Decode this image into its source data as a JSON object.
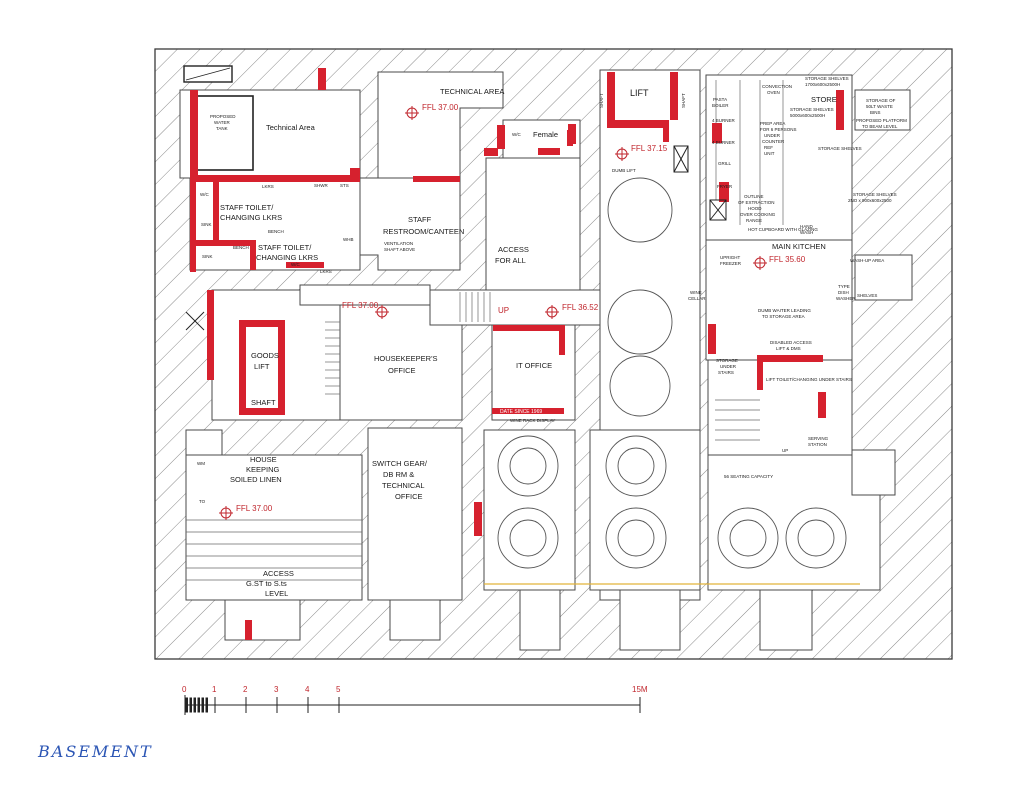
{
  "plan": {
    "sheet_label": "BASEMENT",
    "rooms": {
      "technical_area_top": "TECHNICAL AREA",
      "technical_area_left": "Technical Area",
      "proposed_water_tank": [
        "PROPOSED",
        "WATER",
        "TANK"
      ],
      "female": "Female",
      "lift": "LIFT",
      "shaft_left": "SHAFT",
      "shaft_right": "SHAFT",
      "store": "STORE",
      "staff_toilet_1": [
        "STAFF TOILET/",
        "CHANGING LKRS"
      ],
      "staff_toilet_2": [
        "STAFF TOILET/",
        "CHANGING LKRS"
      ],
      "staff_restroom": [
        "STAFF",
        "RESTROOM/CANTEEN"
      ],
      "ventilation_shaft": [
        "VENTILATION",
        "SHAFT ABOVE"
      ],
      "access_for_all": [
        "ACCESS",
        "FOR ALL"
      ],
      "main_kitchen": "MAIN KITCHEN",
      "goods_lift": [
        "GOODS",
        "LIFT"
      ],
      "goods_shaft": "SHAFT",
      "housekeepers_office": [
        "HOUSEKEEPER'S",
        "OFFICE"
      ],
      "it_office": "IT OFFICE",
      "switch_gear": [
        "SWITCH GEAR/",
        "DB RM &",
        "TECHNICAL",
        "OFFICE"
      ],
      "housekeeping": [
        "HOUSE",
        "KEEPING",
        "SOILED LINEN"
      ],
      "wm": "WM",
      "to": "TO",
      "access_level": [
        "ACCESS",
        "G.ST to S.ts",
        "LEVEL"
      ],
      "seating_capacity": "56 SEATING CAPACITY",
      "wine_cellar": [
        "WINE",
        "CELLAR"
      ],
      "storage_under_stairs": [
        "STORAGE",
        "UNDER",
        "STAIRS"
      ],
      "disabled_lift": [
        "DISABLED ACCESS",
        "LIFT & DMS"
      ],
      "lift_toilet": "LIFT TOILET/CHANGING UNDER STAIRS",
      "dumb_waiter": [
        "DUMB WAITER LEADING",
        "TO STORAGE AREA"
      ],
      "serving_station": [
        "SERVING",
        "STATION"
      ],
      "wash_up": "WASH-UP AREA",
      "shelves": "SHELVES",
      "storage_shelves_top": [
        "STORAGE SHELVES",
        "1700x600x2500H"
      ],
      "storage_shelves_mid": [
        "STORAGE SHELVES",
        "5000x600x2500H"
      ],
      "storage_shelves_low": [
        "STORAGE SHELVES",
        "2NO x 900x600x2500"
      ],
      "storage_right": [
        "STORAGE OF",
        "50LT WASTE",
        "BINS"
      ],
      "proposed_platform": [
        "PROPOSED PLATFORM",
        "TO BEAM LEVEL"
      ],
      "storage_shelving": "STORAGE SHELVES",
      "pasta_boiler": [
        "PASTA",
        "BOILER"
      ],
      "burner_4a": "4 BURNER",
      "burner_4b": "4 BURNER",
      "grill": "GRILL",
      "fryer": "FRYER",
      "convection_oven": [
        "CONVECTION",
        "OVEN"
      ],
      "prep_area": [
        "PREP AREA",
        "FOR 6 PERSONS",
        "UNDER",
        "COUNTER",
        "REF",
        "UNIT"
      ],
      "outline_extraction": [
        "OUTLINE",
        "OF EXTRACTION",
        "HOOD",
        "OVER COOKING",
        "RANGE"
      ],
      "hot_cupboard": "HOT CUPBOARD WITH GLAZING",
      "hand_wash": [
        "HAND",
        "WASH"
      ],
      "upright_freezer": [
        "UPRIGHT",
        "FREEZER"
      ],
      "dish_washer": [
        "TYPE",
        "DISH",
        "WASHER"
      ],
      "dumb_label": "DUMB LIFT",
      "lkrs_a": "LKRS",
      "lkrs_b": "LKRS",
      "shwr": "SHWR",
      "wc_a": "W/C",
      "wc_b": "W/C",
      "wc_c": "W/C",
      "sink_a": "SINK",
      "sink_b": "SINK",
      "bench_a": "BENCH",
      "bench_b": "BENCH",
      "sts": "STS",
      "whb": "WHB",
      "up_a": "UP",
      "up_b": "UP",
      "date_stamp": "DATE SINCE 1969",
      "wine_rack": "WINE RACK DISPLAY"
    },
    "levels": {
      "ffl_1": "FFL 37.00",
      "ffl_2": "FFL 37.15",
      "ffl_3": "FFL 37.00",
      "ffl_4": "FFL 36.52",
      "ffl_5": "FFL 35.60",
      "ffl_6": "FFL 37.00"
    },
    "scale": {
      "ticks": [
        "0",
        "1",
        "2",
        "3",
        "4",
        "5"
      ],
      "end_label": "15M"
    }
  }
}
